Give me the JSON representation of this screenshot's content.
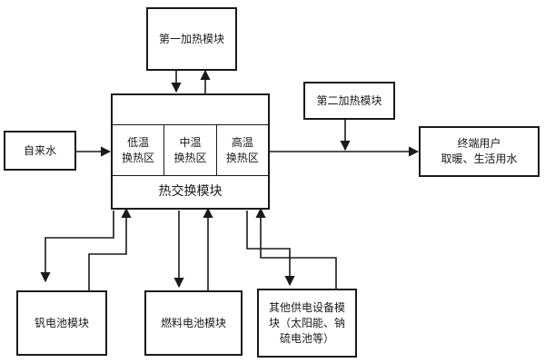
{
  "diagram": {
    "nodes": {
      "heating1": "第一加热模块",
      "heating2": "第二加热模块",
      "tap_water": "自来水",
      "end_user": "终端用户\n取暖、生活用水",
      "heat_exchange": {
        "title": "热交换模块",
        "zones": [
          "低温\n换热区",
          "中温\n换热区",
          "高温\n换热区"
        ]
      },
      "vanadium_battery": "钒电池模块",
      "fuel_cell": "燃料电池模块",
      "other_supply": "其他供电设备模\n块（太阳能、钠\n硫电池等）"
    },
    "colors": {
      "line": "#1a1a1a",
      "background": "#ffffff"
    }
  }
}
